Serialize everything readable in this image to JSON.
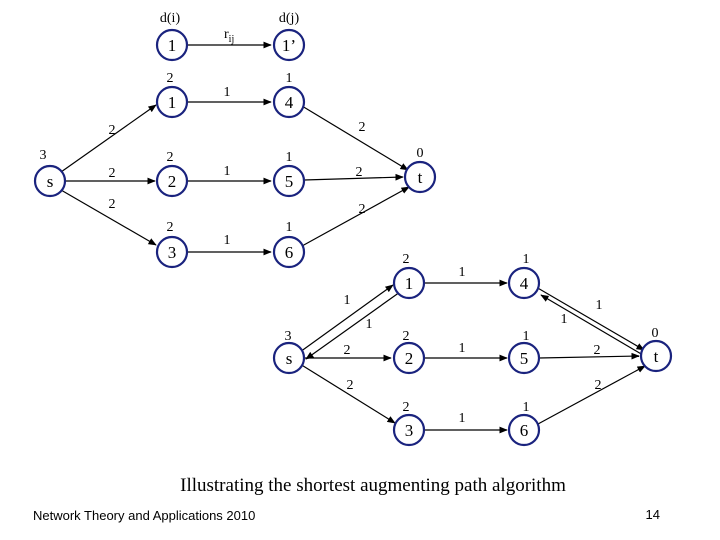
{
  "header": {
    "d_i": "d(i)",
    "d_j": "d(j)",
    "r_ij_main": "r",
    "r_ij_sub": "ij",
    "legend_i": "1",
    "legend_j": "1’"
  },
  "network_top": {
    "nodes": [
      {
        "id": "s",
        "label": "s",
        "d": "3"
      },
      {
        "id": "1",
        "label": "1",
        "d": "2"
      },
      {
        "id": "2",
        "label": "2",
        "d": "2"
      },
      {
        "id": "3",
        "label": "3",
        "d": "2"
      },
      {
        "id": "4",
        "label": "4",
        "d": "1"
      },
      {
        "id": "5",
        "label": "5",
        "d": "1"
      },
      {
        "id": "6",
        "label": "6",
        "d": "1"
      },
      {
        "id": "t",
        "label": "t",
        "d": "0"
      }
    ],
    "edge_labels": [
      {
        "from": "s",
        "to": "1",
        "r": "2"
      },
      {
        "from": "s",
        "to": "2",
        "r": "2"
      },
      {
        "from": "s",
        "to": "3",
        "r": "2"
      },
      {
        "from": "1",
        "to": "4",
        "r": "1"
      },
      {
        "from": "2",
        "to": "5",
        "r": "1"
      },
      {
        "from": "3",
        "to": "6",
        "r": "1"
      },
      {
        "from": "4",
        "to": "t",
        "r": "2"
      },
      {
        "from": "5",
        "to": "t",
        "r": "2"
      },
      {
        "from": "6",
        "to": "t",
        "r": "2"
      }
    ]
  },
  "network_bottom": {
    "nodes": [
      {
        "id": "s",
        "label": "s",
        "d": "3"
      },
      {
        "id": "1",
        "label": "1",
        "d": "2"
      },
      {
        "id": "2",
        "label": "2",
        "d": "2"
      },
      {
        "id": "3",
        "label": "3",
        "d": "2"
      },
      {
        "id": "4",
        "label": "4",
        "d": "1"
      },
      {
        "id": "5",
        "label": "5",
        "d": "1"
      },
      {
        "id": "6",
        "label": "6",
        "d": "1"
      },
      {
        "id": "t",
        "label": "t",
        "d": "0"
      }
    ],
    "edge_labels": [
      {
        "from": "s",
        "to": "1",
        "r": "1"
      },
      {
        "from": "1",
        "to": "s",
        "r": "1"
      },
      {
        "from": "s",
        "to": "2",
        "r": "2"
      },
      {
        "from": "s",
        "to": "3",
        "r": "2"
      },
      {
        "from": "1",
        "to": "4",
        "r": "1"
      },
      {
        "from": "2",
        "to": "5",
        "r": "1"
      },
      {
        "from": "3",
        "to": "6",
        "r": "1"
      },
      {
        "from": "4",
        "to": "t",
        "r": "1"
      },
      {
        "from": "t",
        "to": "4",
        "r": "1"
      },
      {
        "from": "5",
        "to": "t",
        "r": "2"
      },
      {
        "from": "6",
        "to": "t",
        "r": "2"
      }
    ]
  },
  "caption": "Illustrating the shortest augmenting path algorithm",
  "footer": {
    "source": "Network Theory and Applications 2010",
    "page_number": "14"
  },
  "colors": {
    "node_border": "#1a237e",
    "edge": "#000000",
    "background": "#ffffff"
  }
}
